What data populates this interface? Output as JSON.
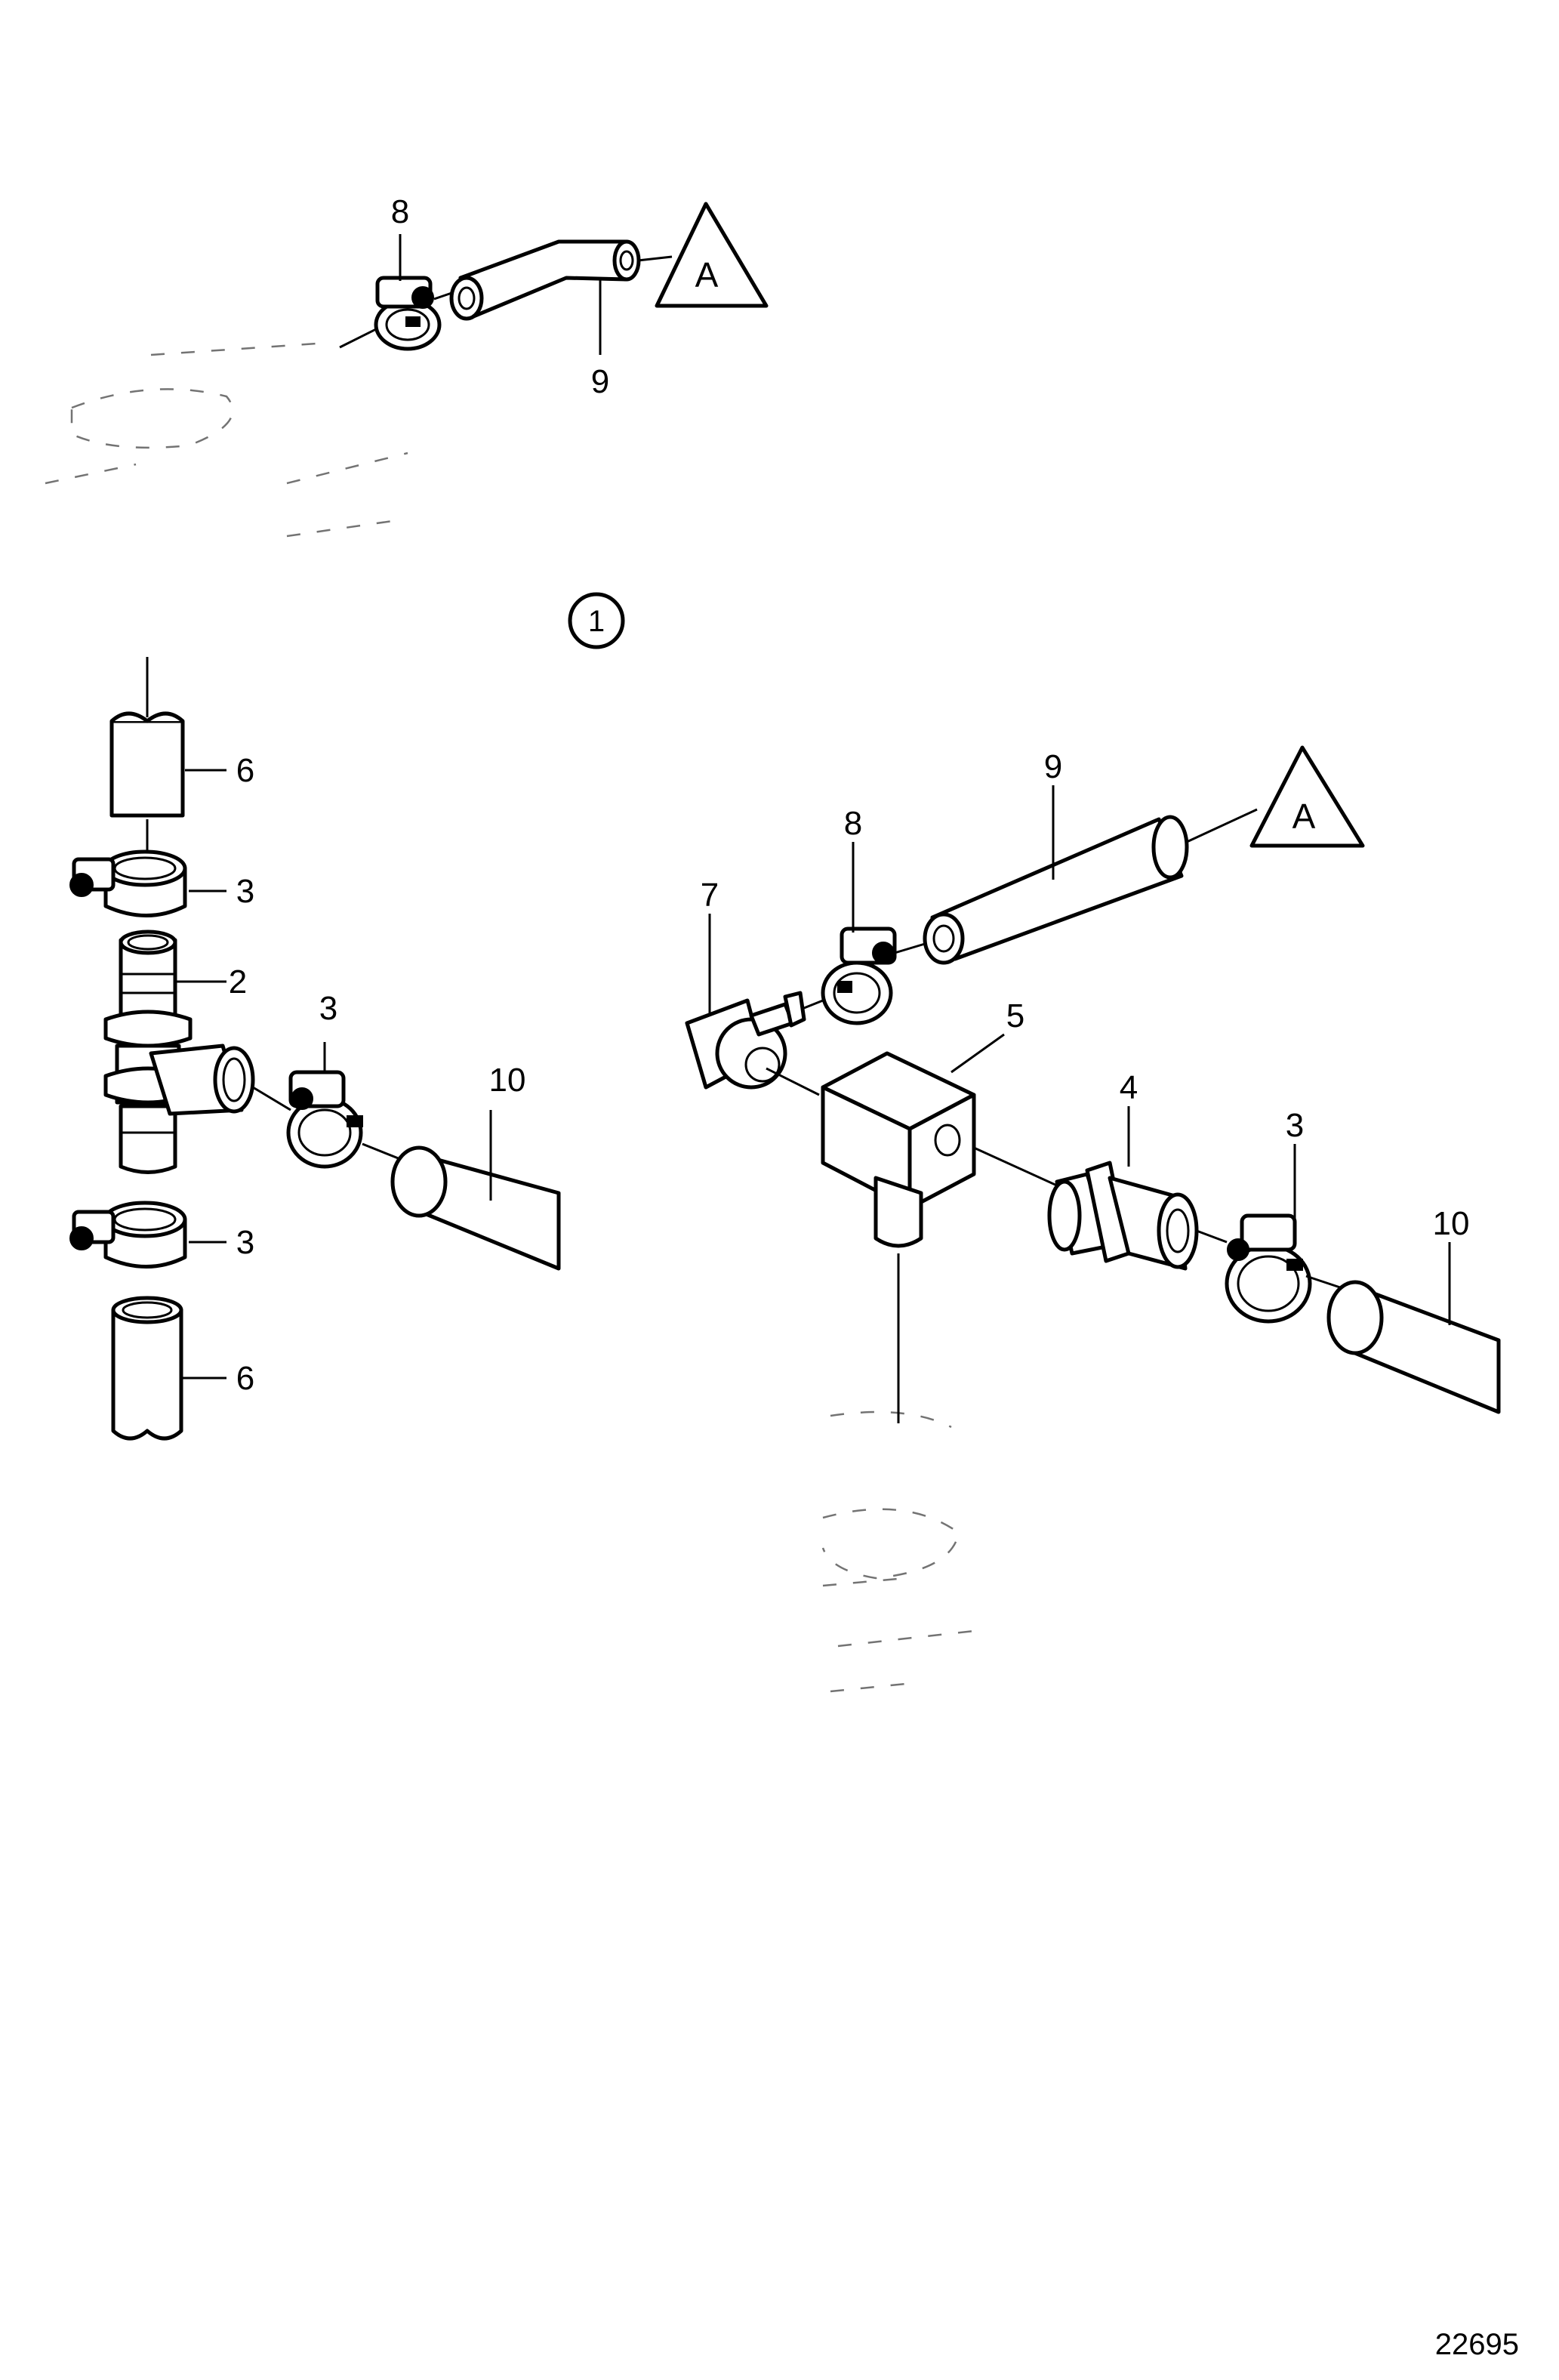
{
  "figure": {
    "view_number": "1",
    "reference_triangle": "A",
    "figure_id": "22695"
  },
  "callouts": [
    {
      "id": "callout-8-top",
      "label": "8"
    },
    {
      "id": "callout-9-top",
      "label": "9"
    },
    {
      "id": "callout-6-upper",
      "label": "6"
    },
    {
      "id": "callout-3-left-upper",
      "label": "3"
    },
    {
      "id": "callout-2",
      "label": "2"
    },
    {
      "id": "callout-3-left-mid",
      "label": "3"
    },
    {
      "id": "callout-10-left",
      "label": "10"
    },
    {
      "id": "callout-3-left-lower",
      "label": "3"
    },
    {
      "id": "callout-6-lower",
      "label": "6"
    },
    {
      "id": "callout-9-right",
      "label": "9"
    },
    {
      "id": "callout-8-right",
      "label": "8"
    },
    {
      "id": "callout-7",
      "label": "7"
    },
    {
      "id": "callout-5",
      "label": "5"
    },
    {
      "id": "callout-4",
      "label": "4"
    },
    {
      "id": "callout-3-right",
      "label": "3"
    },
    {
      "id": "callout-10-right",
      "label": "10"
    }
  ]
}
